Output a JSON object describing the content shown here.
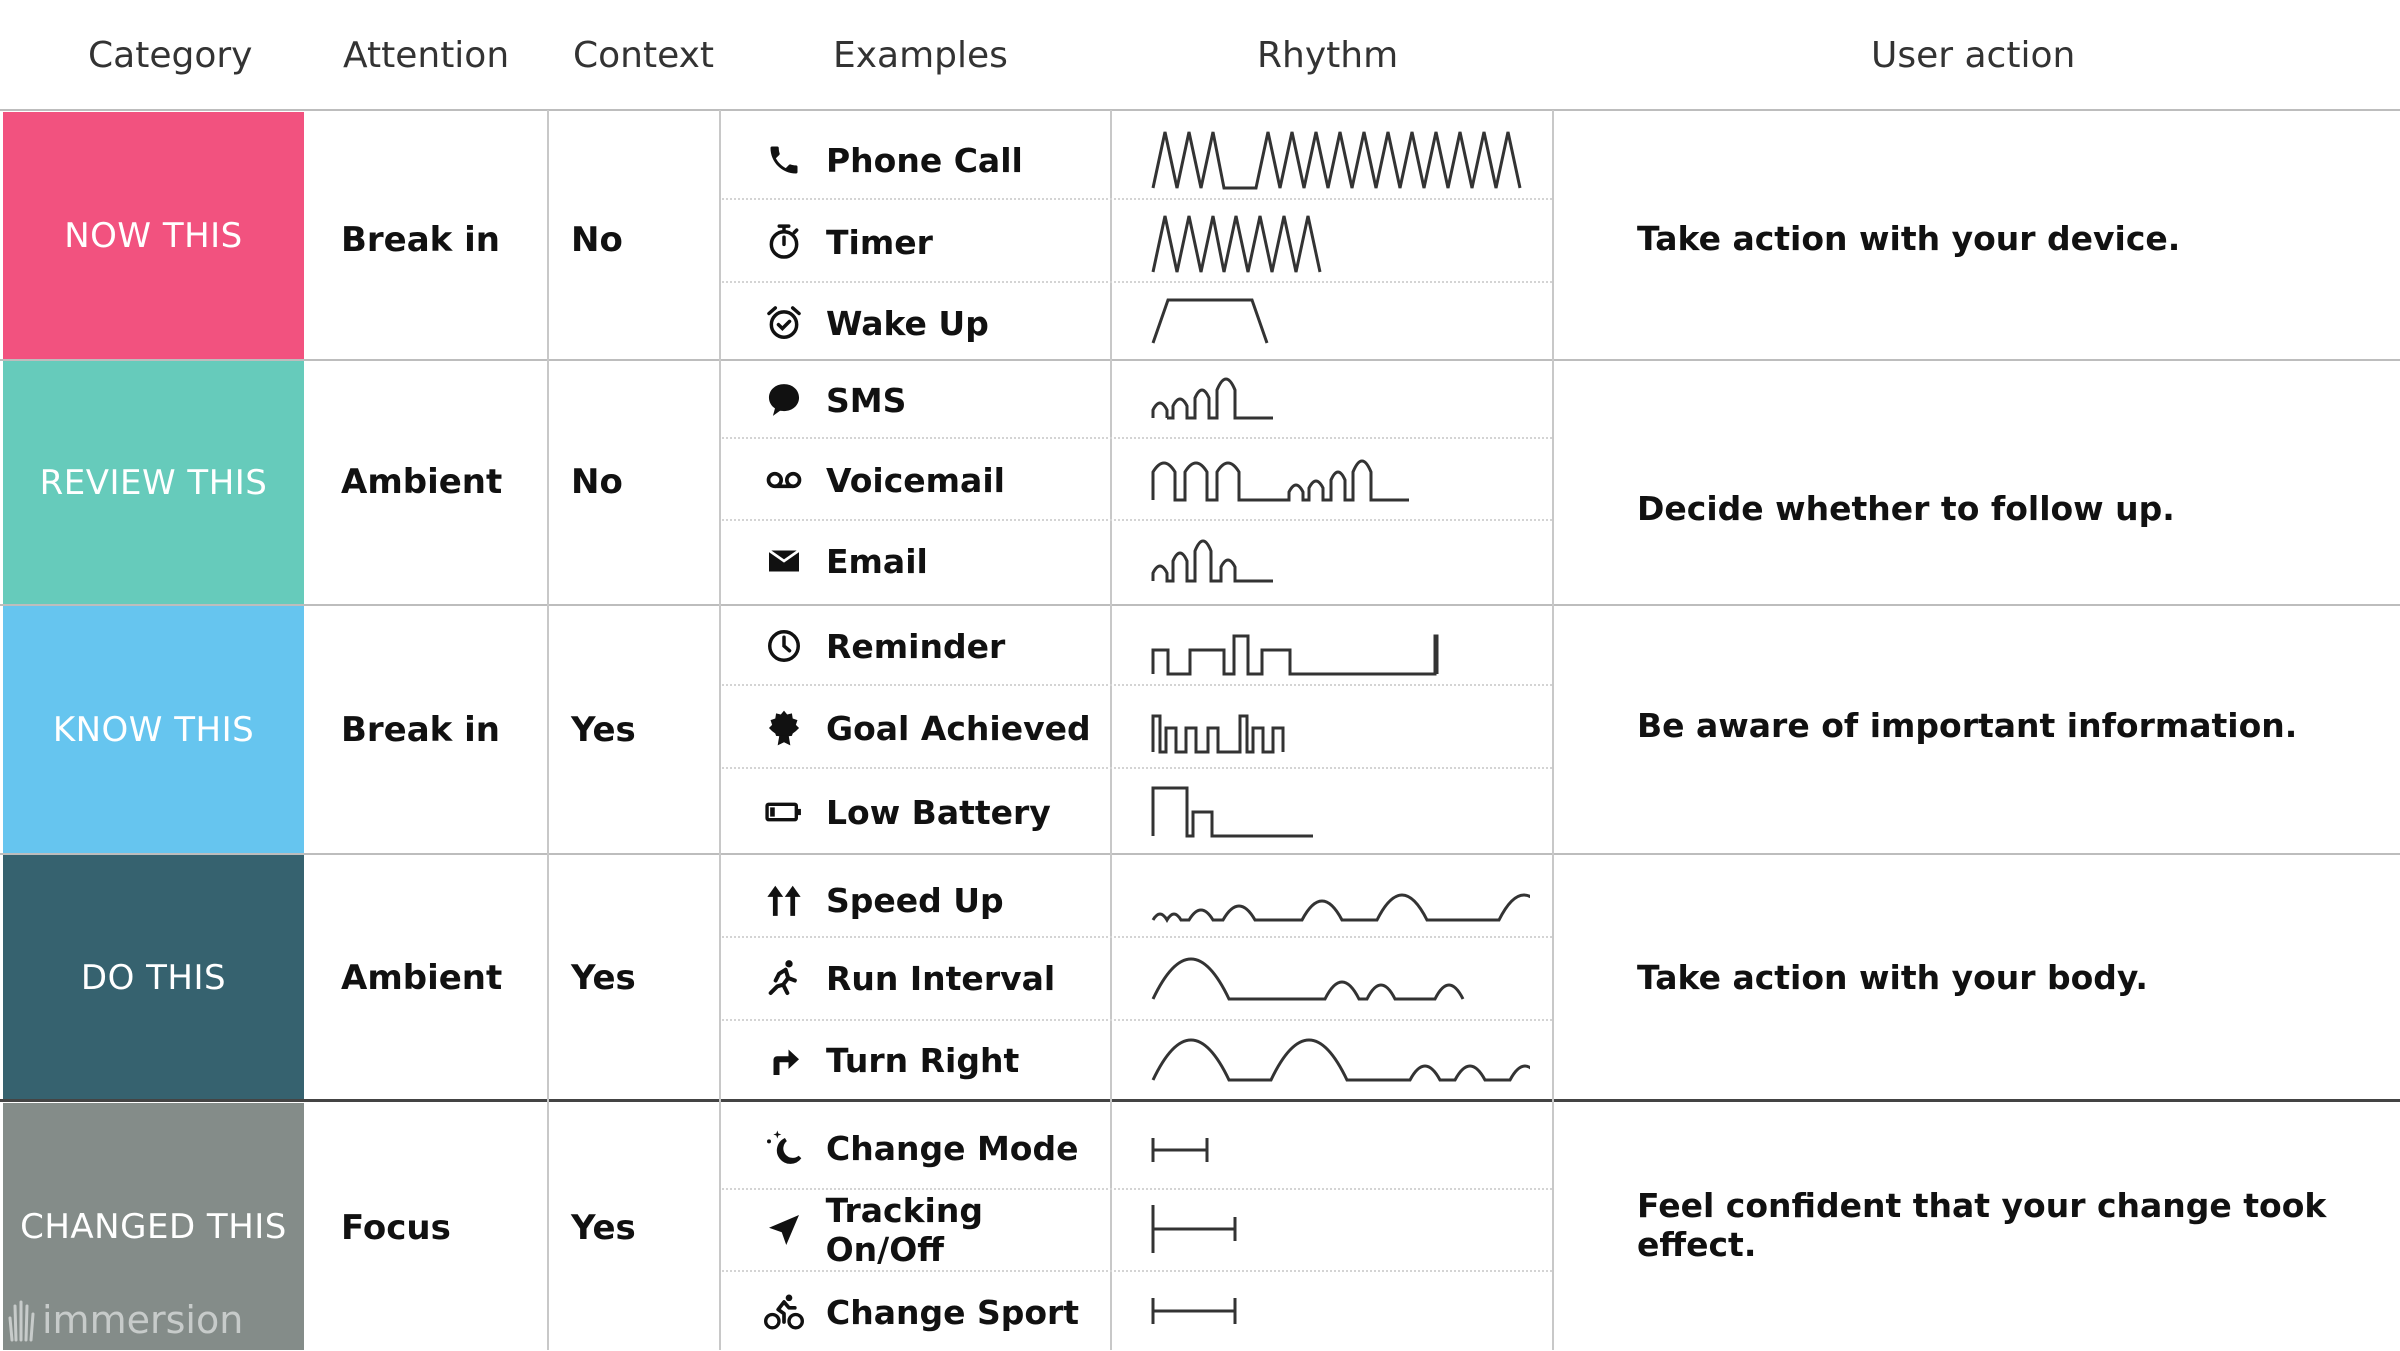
{
  "headers": {
    "category": "Category",
    "attention": "Attention",
    "context": "Context",
    "examples": "Examples",
    "rhythm": "Rhythm",
    "user_action": "User action"
  },
  "colors": {
    "now_this": "#f2527f",
    "review_this": "#66cbbb",
    "know_this": "#66c5ef",
    "do_this": "#36626f",
    "changed_this": "#848c89"
  },
  "rows": [
    {
      "category": "NOW THIS",
      "attention": "Break in",
      "context": "No",
      "action": "Take action with your device.",
      "examples": [
        {
          "label": "Phone Call",
          "icon": "phone-icon"
        },
        {
          "label": "Timer",
          "icon": "stopwatch-icon"
        },
        {
          "label": "Wake Up",
          "icon": "alarm-clock-icon"
        }
      ]
    },
    {
      "category": "REVIEW THIS",
      "attention": "Ambient",
      "context": "No",
      "action": "Decide whether to follow up.",
      "examples": [
        {
          "label": "SMS",
          "icon": "chat-bubble-icon"
        },
        {
          "label": "Voicemail",
          "icon": "voicemail-icon"
        },
        {
          "label": "Email",
          "icon": "envelope-icon"
        }
      ]
    },
    {
      "category": "KNOW THIS",
      "attention": "Break in",
      "context": "Yes",
      "action": "Be aware of important information.",
      "examples": [
        {
          "label": "Reminder",
          "icon": "clock-icon"
        },
        {
          "label": "Goal Achieved",
          "icon": "award-ribbon-icon"
        },
        {
          "label": "Low Battery",
          "icon": "battery-low-icon"
        }
      ]
    },
    {
      "category": "DO THIS",
      "attention": "Ambient",
      "context": "Yes",
      "action": "Take action with your body.",
      "examples": [
        {
          "label": "Speed Up",
          "icon": "double-arrow-up-icon"
        },
        {
          "label": "Run Interval",
          "icon": "runner-icon"
        },
        {
          "label": "Turn Right",
          "icon": "turn-right-arrow-icon"
        }
      ]
    },
    {
      "category": "CHANGED THIS",
      "attention": "Focus",
      "context": "Yes",
      "action": "Feel confident that your change took effect.",
      "examples": [
        {
          "label": "Change Mode",
          "icon": "moon-stars-icon"
        },
        {
          "label": "Tracking On/Off",
          "icon": "navigation-arrow-icon"
        },
        {
          "label": "Change Sport",
          "icon": "cyclist-icon"
        }
      ]
    }
  ],
  "logo": {
    "text": "immersion",
    "icon": "hand-logo-icon"
  }
}
